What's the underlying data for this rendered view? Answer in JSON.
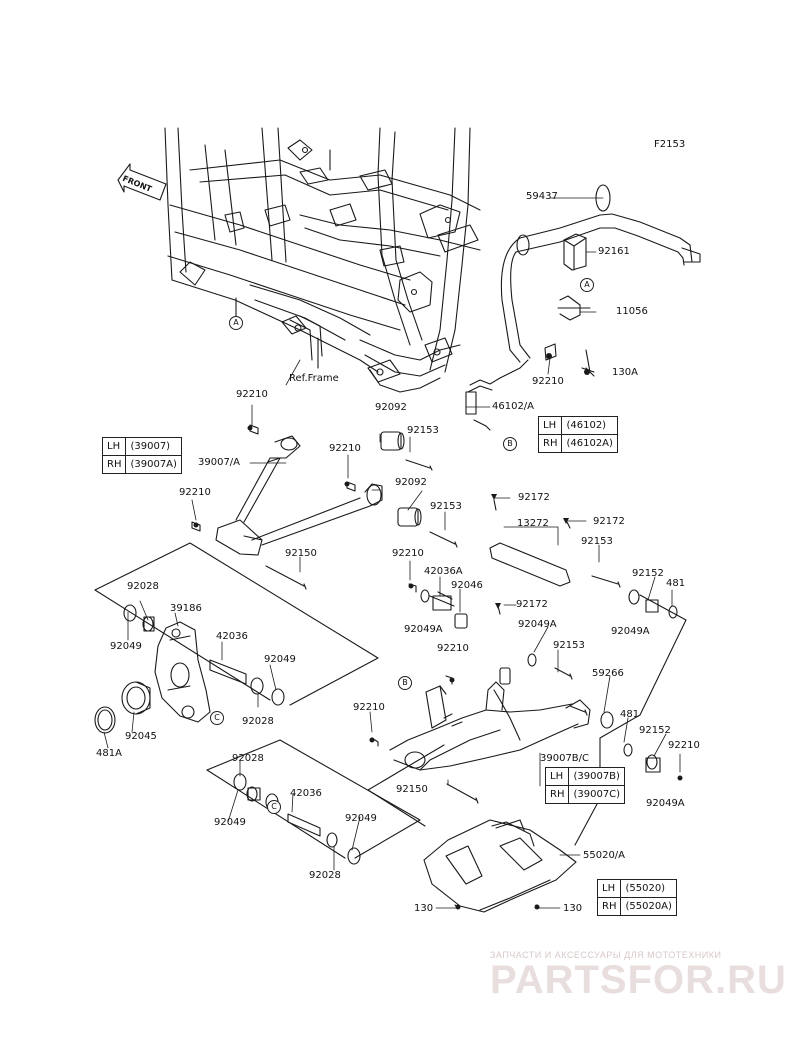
{
  "figure_code": "F2153",
  "front_label": "FRONT",
  "ref_frame": "Ref.Frame",
  "callouts": {
    "a": "A",
    "b": "B",
    "c": "C"
  },
  "parts": {
    "p59437": "59437",
    "p92161": "92161",
    "p11056": "11056",
    "p130A": "130A",
    "p92210_bar": "92210",
    "p46102": "46102/A",
    "p92210_a": "92210",
    "p92092_a": "92092",
    "p92153_a": "92153",
    "p39007": "39007/A",
    "p92210_b": "92210",
    "p92092_b": "92092",
    "p92210_c": "92210",
    "p92153_b": "92153",
    "p92150_a": "92150",
    "p92172_a": "92172",
    "p13272": "13272",
    "p92172_b": "92172",
    "p92153_c": "92153",
    "p92210_d": "92210",
    "p42036A": "42036A",
    "p92046": "92046",
    "p92152_a": "92152",
    "p481_a": "481",
    "p92049A_a": "92049A",
    "p92172_c": "92172",
    "p92049A_b": "92049A",
    "p92049A_c": "92049A",
    "p92153_d": "92153",
    "p92210_e": "92210",
    "p92028_a": "92028",
    "p39186": "39186",
    "p92049_a": "92049",
    "p42036_a": "42036",
    "p92049_b": "92049",
    "p92028_b": "92028",
    "p92045": "92045",
    "p481A": "481A",
    "p59266": "59266",
    "p481_b": "481",
    "p92152_b": "92152",
    "p92210_f": "92210",
    "p92210_g": "92210",
    "p39007BC": "39007B/C",
    "p92049A_d": "92049A",
    "p92150_b": "92150",
    "p92028_c": "92028",
    "p92049_c": "92049",
    "p42036_b": "42036",
    "p92049_d": "92049",
    "p92028_d": "92028",
    "p55020": "55020/A",
    "p130_a": "130",
    "p130_b": "130"
  },
  "tables": {
    "t46102": {
      "lh": "LH",
      "lh_part": "(46102)",
      "rh": "RH",
      "rh_part": "(46102A)"
    },
    "t39007": {
      "lh": "LH",
      "lh_part": "(39007)",
      "rh": "RH",
      "rh_part": "(39007A)"
    },
    "t39007bc": {
      "lh": "LH",
      "lh_part": "(39007B)",
      "rh": "RH",
      "rh_part": "(39007C)"
    },
    "t55020": {
      "lh": "LH",
      "lh_part": "(55020)",
      "rh": "RH",
      "rh_part": "(55020A)"
    }
  },
  "watermark": {
    "tagline": "ЗАПЧАСТИ И АКСЕССУАРЫ ДЛЯ МОТОТЕХНИКИ",
    "brand": "PARTSFOR.RU"
  }
}
